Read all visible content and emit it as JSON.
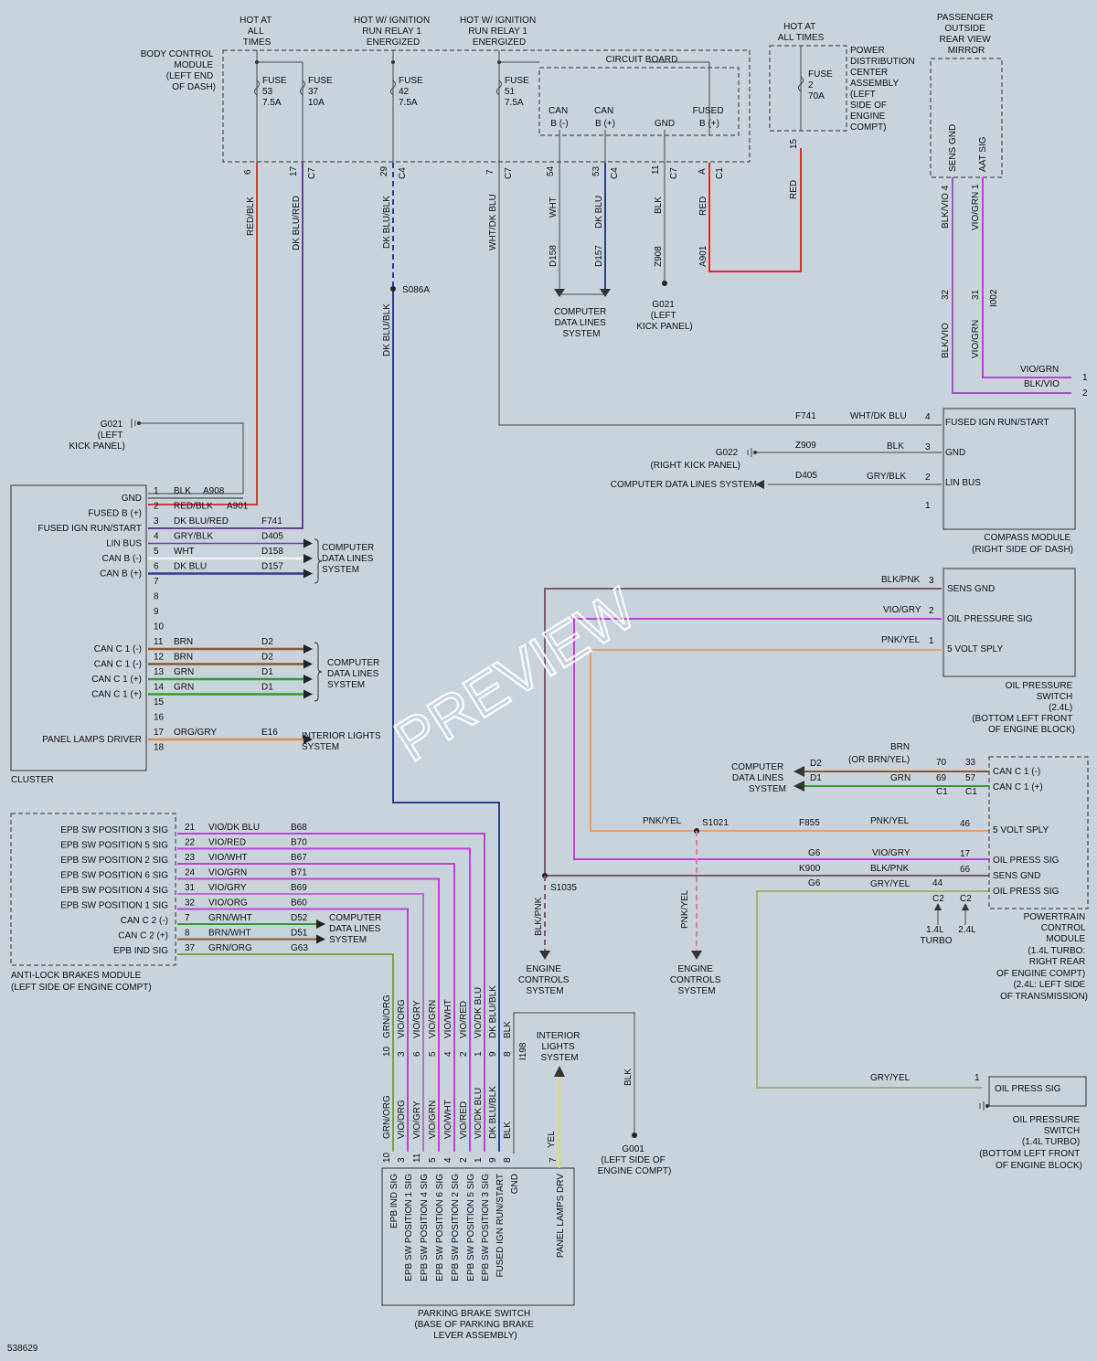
{
  "footer": {
    "code": "538629"
  },
  "watermark": "PREVIEW",
  "bcm": {
    "name": [
      "BODY CONTROL",
      "MODULE",
      "(LEFT END",
      "OF DASH)"
    ],
    "circuit_board": "CIRCUIT BOARD",
    "headers": [
      [
        "HOT AT",
        "ALL",
        "TIMES"
      ],
      [
        "HOT W/ IGNITION",
        "RUN RELAY 1",
        "ENERGIZED"
      ],
      [
        "HOT W/ IGNITION",
        "RUN RELAY 1",
        "ENERGIZED"
      ]
    ],
    "fuses": [
      [
        "FUSE",
        "53",
        "7.5A"
      ],
      [
        "FUSE",
        "37",
        "10A"
      ],
      [
        "FUSE",
        "42",
        "7.5A"
      ],
      [
        "FUSE",
        "51",
        "7.5A"
      ]
    ],
    "board_labels": [
      [
        "CAN",
        "B (-)"
      ],
      [
        "CAN",
        "B (+)"
      ],
      [
        "",
        "GND"
      ],
      [
        "FUSED",
        "B (+)"
      ]
    ],
    "pins": [
      "6",
      "17",
      "29",
      "7",
      "54",
      "53",
      "11",
      "A"
    ],
    "connectors": [
      "C7",
      "C4",
      "C7",
      "C4",
      "C7",
      "C1"
    ],
    "wires": [
      "RED/BLK",
      "DK BLU/RED",
      "DK BLU/BLK",
      "WHT/DK BLU",
      "WHT",
      "DK BLU",
      "BLK",
      "RED"
    ],
    "circuits": [
      "D158",
      "D157",
      "Z908",
      "A901"
    ],
    "splice": "S086A",
    "wire_lower": "DK BLU/BLK",
    "cdl": [
      "COMPUTER",
      "DATA LINES",
      "SYSTEM"
    ],
    "ground": [
      "G021",
      "(LEFT",
      "KICK PANEL)"
    ]
  },
  "pdc": {
    "header": [
      "HOT AT",
      "ALL TIMES"
    ],
    "name": [
      "POWER",
      "DISTRIBUTION",
      "CENTER",
      "ASSEMBLY",
      "(LEFT",
      "SIDE OF",
      "ENGINE",
      "COMPT)"
    ],
    "fuse": [
      "FUSE",
      "2",
      "70A"
    ],
    "pin": "15",
    "wire": "RED"
  },
  "mirror": {
    "name": [
      "PASSENGER",
      "OUTSIDE",
      "REAR VIEW",
      "MIRROR"
    ],
    "pin_labels": [
      "SENS GND",
      "AAT SIG"
    ],
    "wires_upper": [
      "BLK/VIO 4",
      "VIO/GRN 1"
    ],
    "pins": [
      "32",
      "31"
    ],
    "connector": "I002",
    "wires_lower": [
      "BLK/VIO",
      "VIO/GRN"
    ],
    "right_wires": [
      "VIO/GRN",
      "BLK/VIO"
    ],
    "right_pins": [
      "1",
      "2"
    ]
  },
  "compass": {
    "name": [
      "COMPASS MODULE",
      "(RIGHT SIDE OF DASH)"
    ],
    "rows": [
      {
        "circuit": "F741",
        "wire": "WHT/DK BLU",
        "pin": "4",
        "label": "FUSED IGN RUN/START"
      },
      {
        "circuit": "Z909",
        "wire": "BLK",
        "pin": "3",
        "label": "GND"
      },
      {
        "circuit": "D405",
        "wire": "GRY/BLK",
        "pin": "2",
        "label": "LIN BUS"
      },
      {
        "circuit": "",
        "wire": "",
        "pin": "1",
        "label": ""
      }
    ],
    "ground": [
      "G022",
      "(RIGHT KICK PANEL)"
    ],
    "cdl": "COMPUTER DATA LINES SYSTEM"
  },
  "cluster": {
    "name": "CLUSTER",
    "ground": [
      "G021",
      "(LEFT",
      "KICK PANEL)"
    ],
    "pins": [
      {
        "n": "1",
        "label": "GND",
        "wire": "BLK",
        "circuit": "A908"
      },
      {
        "n": "2",
        "label": "FUSED B (+)",
        "wire": "RED/BLK",
        "circuit": "A901"
      },
      {
        "n": "3",
        "label": "FUSED IGN RUN/START",
        "wire": "DK BLU/RED",
        "circuit": "F741"
      },
      {
        "n": "4",
        "label": "LIN BUS",
        "wire": "GRY/BLK",
        "circuit": "D405"
      },
      {
        "n": "5",
        "label": "CAN B (-)",
        "wire": "WHT",
        "circuit": "D158"
      },
      {
        "n": "6",
        "label": "CAN B (+)",
        "wire": "DK BLU",
        "circuit": "D157"
      },
      {
        "n": "7",
        "label": "",
        "wire": "",
        "circuit": ""
      },
      {
        "n": "8",
        "label": "",
        "wire": "",
        "circuit": ""
      },
      {
        "n": "9",
        "label": "",
        "wire": "",
        "circuit": ""
      },
      {
        "n": "10",
        "label": "",
        "wire": "",
        "circuit": ""
      },
      {
        "n": "11",
        "label": "CAN C 1 (-)",
        "wire": "BRN",
        "circuit": "D2"
      },
      {
        "n": "12",
        "label": "CAN C 1 (-)",
        "wire": "BRN",
        "circuit": "D2"
      },
      {
        "n": "13",
        "label": "CAN C 1 (+)",
        "wire": "GRN",
        "circuit": "D1"
      },
      {
        "n": "14",
        "label": "CAN C 1 (+)",
        "wire": "GRN",
        "circuit": "D1"
      },
      {
        "n": "15",
        "label": "",
        "wire": "",
        "circuit": ""
      },
      {
        "n": "16",
        "label": "",
        "wire": "",
        "circuit": ""
      },
      {
        "n": "17",
        "label": "PANEL LAMPS DRIVER",
        "wire": "ORG/GRY",
        "circuit": "E16"
      },
      {
        "n": "18",
        "label": "",
        "wire": "",
        "circuit": ""
      }
    ],
    "cdl": [
      "COMPUTER",
      "DATA LINES",
      "SYSTEM"
    ],
    "interior": [
      "INTERIOR LIGHTS",
      "SYSTEM"
    ]
  },
  "abs": {
    "name": [
      "ANTI-LOCK BRAKES MODULE",
      "(LEFT SIDE OF ENGINE COMPT)"
    ],
    "pins": [
      {
        "label": "EPB SW POSITION 3 SIG",
        "n": "21",
        "wire": "VIO/DK BLU",
        "circuit": "B68"
      },
      {
        "label": "EPB SW POSITION 5 SIG",
        "n": "22",
        "wire": "VIO/RED",
        "circuit": "B70"
      },
      {
        "label": "EPB SW POSITION 2 SIG",
        "n": "23",
        "wire": "VIO/WHT",
        "circuit": "B67"
      },
      {
        "label": "EPB SW POSITION 6 SIG",
        "n": "24",
        "wire": "VIO/GRN",
        "circuit": "B71"
      },
      {
        "label": "EPB SW POSITION 4 SIG",
        "n": "31",
        "wire": "VIO/GRY",
        "circuit": "B69"
      },
      {
        "label": "EPB SW POSITION 1 SIG",
        "n": "32",
        "wire": "VIO/ORG",
        "circuit": "B60"
      },
      {
        "label": "CAN C 2 (-)",
        "n": "7",
        "wire": "GRN/WHT",
        "circuit": "D52"
      },
      {
        "label": "CAN C 2 (+)",
        "n": "8",
        "wire": "BRN/WHT",
        "circuit": "D51"
      },
      {
        "label": "EPB IND SIG",
        "n": "37",
        "wire": "GRN/ORG",
        "circuit": "G63"
      }
    ],
    "cdl": [
      "COMPUTER",
      "DATA LINES",
      "SYSTEM"
    ]
  },
  "oil_switch_24": {
    "name": [
      "OIL PRESSURE",
      "SWITCH",
      "(2.4L)",
      "(BOTTOM LEFT FRONT",
      "OF ENGINE BLOCK)"
    ],
    "rows": [
      {
        "wire": "BLK/PNK",
        "pin": "3",
        "label": "SENS GND"
      },
      {
        "wire": "VIO/GRY",
        "pin": "2",
        "label": "OIL PRESSURE SIG"
      },
      {
        "wire": "PNK/YEL",
        "pin": "1",
        "label": "5 VOLT SPLY"
      }
    ]
  },
  "pcm": {
    "name": [
      "POWERTRAIN",
      "CONTROL",
      "MODULE",
      "(1.4L TURBO:",
      "RIGHT REAR",
      "OF ENGINE COMPT)",
      "(2.4L: LEFT SIDE",
      "OF TRANSMISSION)"
    ],
    "cdl": [
      "COMPUTER",
      "DATA LINES",
      "SYSTEM"
    ],
    "can_rows": [
      {
        "circuit": "D2",
        "wire": "BRN",
        "alt": "(OR BRN/YEL)",
        "p1": "70",
        "p2": "33",
        "label": "CAN C 1 (-)"
      },
      {
        "circuit": "D1",
        "wire": "GRN",
        "alt": "",
        "p1": "69",
        "p2": "57",
        "label": "CAN C 1 (+)"
      }
    ],
    "conn_labels": [
      "C1",
      "C1"
    ],
    "splice": "S1021",
    "splice_wire": "PNK/YEL",
    "rows": [
      {
        "circuit": "F855",
        "wire": "PNK/YEL",
        "pin": "46",
        "label": "5 VOLT SPLY"
      },
      {
        "circuit": "G6",
        "wire": "VIO/GRY",
        "pin": "17",
        "label": "OIL PRESS SIG"
      },
      {
        "circuit": "K900",
        "wire": "BLK/PNK",
        "pin": "66",
        "label": "SENS GND"
      },
      {
        "circuit": "G6",
        "wire": "GRY/YEL",
        "pin": "44",
        "label": "OIL PRESS SIG"
      }
    ],
    "c2": [
      "C2",
      "C2"
    ],
    "engines": [
      "1.4L",
      "TURBO",
      "2.4L"
    ],
    "splice2": "S1035",
    "ecs": [
      "ENGINE",
      "CONTROLS",
      "SYSTEM"
    ],
    "ecs_wires": [
      "BLK/PNK",
      "PNK/YEL"
    ]
  },
  "oil_switch_14": {
    "name": [
      "OIL PRESSURE",
      "SWITCH",
      "(1.4L TURBO)",
      "(BOTTOM LEFT FRONT",
      "OF ENGINE BLOCK)"
    ],
    "wire": "GRY/YEL",
    "pin": "1",
    "label": "OIL PRESS SIG"
  },
  "epb": {
    "name": [
      "PARKING BRAKE SWITCH",
      "(BASE OF PARKING BRAKE",
      "LEVER ASSEMBLY)"
    ],
    "pins_top": [
      "10",
      "3",
      "6",
      "5",
      "4",
      "2",
      "1",
      "9",
      "8"
    ],
    "wires": [
      "GRN/ORG",
      "VIO/ORG",
      "VIO/GRY",
      "VIO/GRN",
      "VIO/WHT",
      "VIO/RED",
      "VIO/DK BLU",
      "DK BLU/BLK",
      "BLK"
    ],
    "pins_bottom": [
      "10",
      "3",
      "11",
      "5",
      "4",
      "2",
      "1",
      "9",
      "8",
      "7"
    ],
    "labels": [
      "EPB IND SIG",
      "EPB SW POSITION 1 SIG",
      "EPB SW POSITION 4 SIG",
      "EPB SW POSITION 6 SIG",
      "EPB SW POSITION 2 SIG",
      "EPB SW POSITION 5 SIG",
      "EPB SW POSITION 3 SIG",
      "FUSED IGN RUN/START",
      "GND",
      "PANEL LAMPS DRV"
    ],
    "connector": "I198",
    "yel": "YEL",
    "blk": "BLK",
    "interior": [
      "INTERIOR",
      "LIGHTS",
      "SYSTEM"
    ],
    "ground": [
      "G001",
      "(LEFT SIDE OF",
      "ENGINE COMPT)"
    ]
  },
  "colors": {
    "red": "#e02828",
    "red_blk": "#d03a3a",
    "dkblu_red": "#6a3f9a",
    "dkblu": "#2a3c9a",
    "white": "#f4f4f4",
    "gray": "#8e8e8e",
    "black": "#222222",
    "brn": "#8a5a2a",
    "grn": "#2aa02a",
    "org_gry": "#d8914a",
    "vio": "#c040d8",
    "vio_gry": "#b070c8",
    "pnk_yel": "#e6a070",
    "gry_yel": "#a8b070",
    "blk_pnk": "#7a5a6a",
    "yel": "#e0e040",
    "grn_org": "#7aa040",
    "pnk": "#e080a0"
  }
}
